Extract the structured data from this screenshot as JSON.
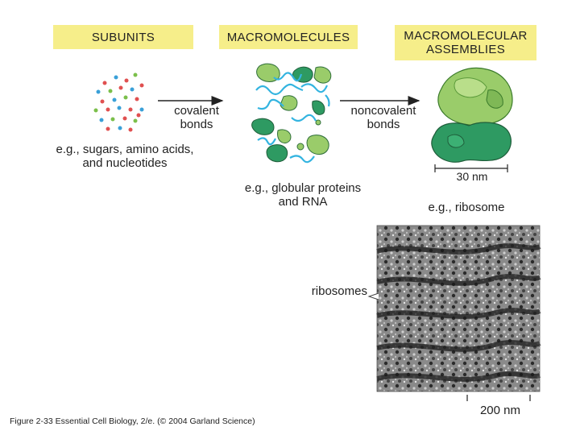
{
  "headers": {
    "subunits": "SUBUNITS",
    "macromolecules": "MACROMOLECULES",
    "assemblies_line1": "MACROMOLECULAR",
    "assemblies_line2": "ASSEMBLIES"
  },
  "arrows": {
    "covalent_line1": "covalent",
    "covalent_line2": "bonds",
    "noncovalent_line1": "noncovalent",
    "noncovalent_line2": "bonds"
  },
  "examples": {
    "subunits_line1": "e.g., sugars, amino acids,",
    "subunits_line2": "and nucleotides",
    "macro_line1": "e.g., globular proteins",
    "macro_line2": "and RNA",
    "ribosome": "e.g., ribosome"
  },
  "scale": {
    "assembly": "30 nm",
    "micrograph": "200 nm"
  },
  "micrograph_label": "ribosomes",
  "caption": "Figure 2-33  Essential Cell Biology, 2/e. (© 2004 Garland Science)",
  "colors": {
    "header_bg": "#f6ee8a",
    "protein_light": "#9acc6a",
    "protein_dark": "#2e9a62",
    "rna": "#33b4e0"
  }
}
